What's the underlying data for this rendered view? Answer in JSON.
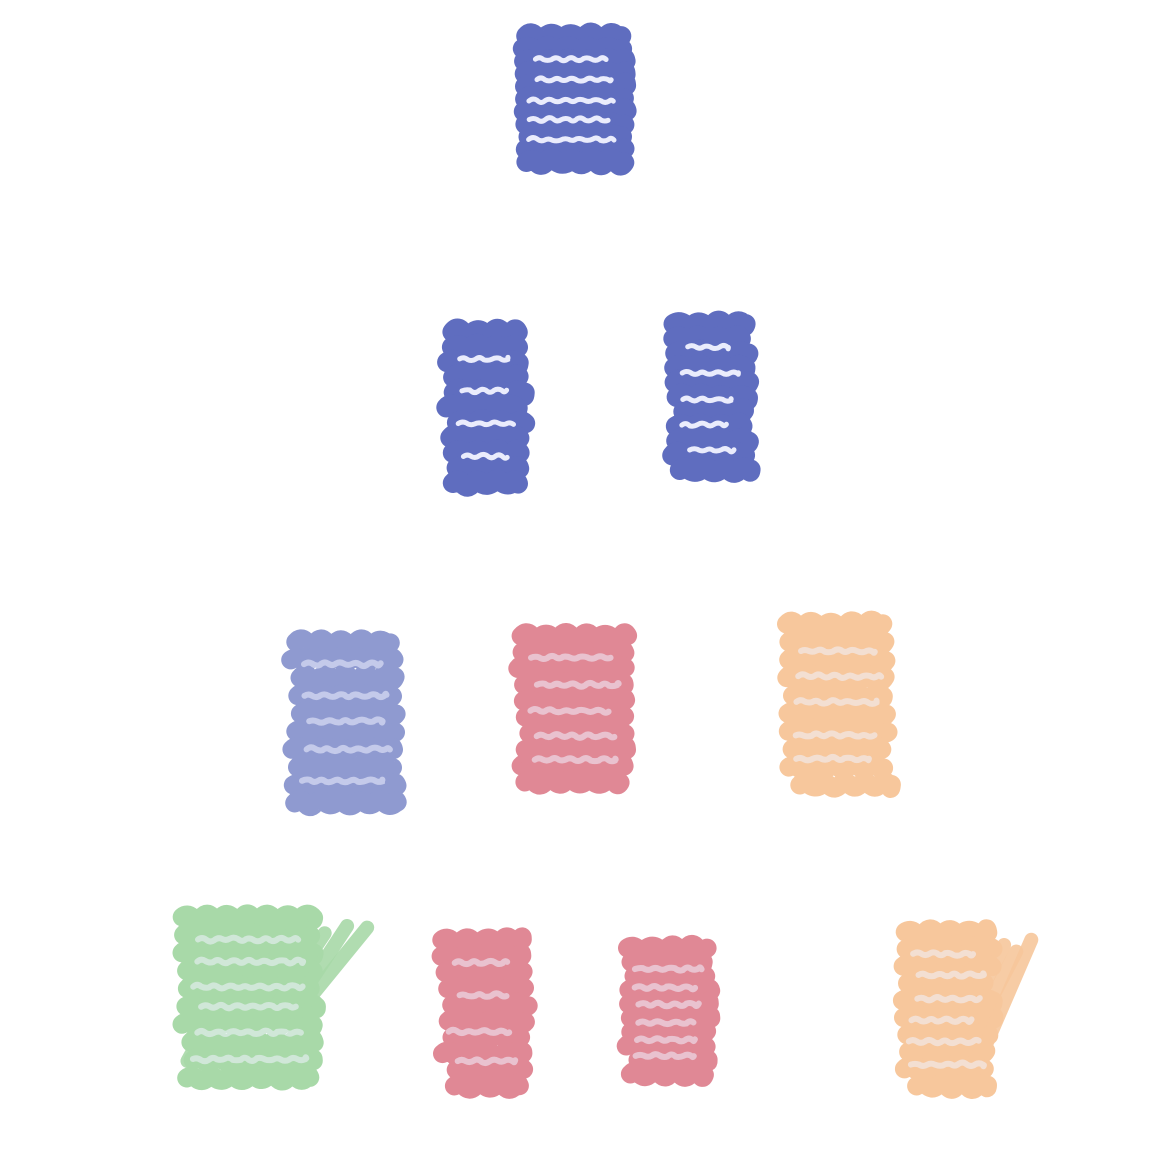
{
  "canvas": {
    "background": "#ffffff"
  },
  "palette": {
    "blue_dark": "#5f6dbf",
    "blue_light": "#8f9ad0",
    "red": "#e08895",
    "orange": "#f7c79c",
    "green": "#a8d9a8",
    "highlight": "#f1f3ff"
  },
  "tree": {
    "levels": [
      {
        "level": 1,
        "blocks": [
          {
            "id": "block-l1-1",
            "color": "blue_dark",
            "style": "dense"
          }
        ]
      },
      {
        "level": 2,
        "blocks": [
          {
            "id": "block-l2-1",
            "color": "blue_dark",
            "style": "dense"
          },
          {
            "id": "block-l2-2",
            "color": "blue_dark",
            "style": "dense"
          }
        ]
      },
      {
        "level": 3,
        "blocks": [
          {
            "id": "block-l3-1",
            "color": "blue_light",
            "style": "scribble"
          },
          {
            "id": "block-l3-2",
            "color": "red",
            "style": "scribble"
          },
          {
            "id": "block-l3-3",
            "color": "orange",
            "style": "scribble"
          }
        ]
      },
      {
        "level": 4,
        "blocks": [
          {
            "id": "block-l4-1",
            "color": "green",
            "style": "diagonal"
          },
          {
            "id": "block-l4-2",
            "color": "red",
            "style": "scribble"
          },
          {
            "id": "block-l4-3",
            "color": "red",
            "style": "scribble"
          },
          {
            "id": "block-l4-4",
            "color": "orange",
            "style": "diagonal"
          }
        ]
      }
    ]
  }
}
